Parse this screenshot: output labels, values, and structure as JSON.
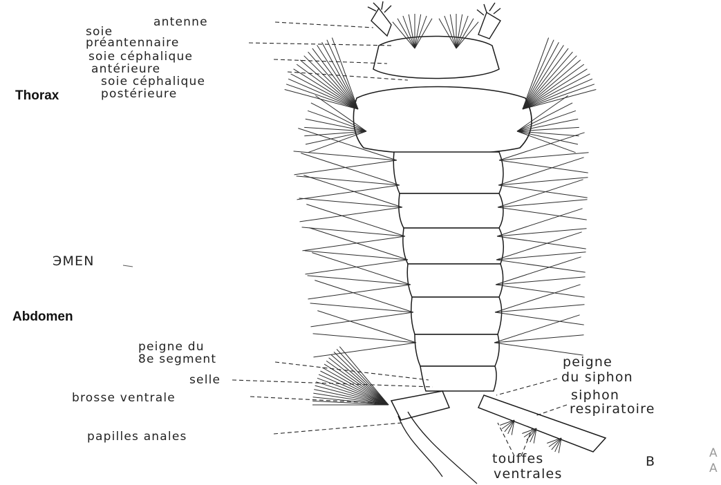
{
  "headings": {
    "thorax": "Thorax",
    "abdomen": "Abdomen"
  },
  "labels": {
    "antenne": "antenne",
    "soie_preantennaire_1": "soie",
    "soie_preantennaire_2": "préantennaire",
    "soie_cephalique_anterieure_1": "soie céphalique",
    "soie_cephalique_anterieure_2": "antérieure",
    "soie_cephalique_posterieure_1": "soie céphalique",
    "soie_cephalique_posterieure_2": "postérieure",
    "omen_fragment": "ЭMEN",
    "peigne_8e_segment_1": "peigne du",
    "peigne_8e_segment_2": "8e segment",
    "selle": "selle",
    "brosse_ventrale": "brosse ventrale",
    "papilles_anales": "papilles anales",
    "peigne_siphon_1": "peigne",
    "peigne_siphon_2": "du siphon",
    "siphon_respiratoire_1": "siphon",
    "siphon_respiratoire_2": "respiratoire",
    "touffes_ventrales_1": "touffes",
    "touffes_ventrales_2": "ventrales",
    "figure_letter": "B",
    "edge_letter_1": "A",
    "edge_letter_2": "A"
  },
  "colors": {
    "ink": "#1a1a1a",
    "line": "#2a2a2a"
  }
}
